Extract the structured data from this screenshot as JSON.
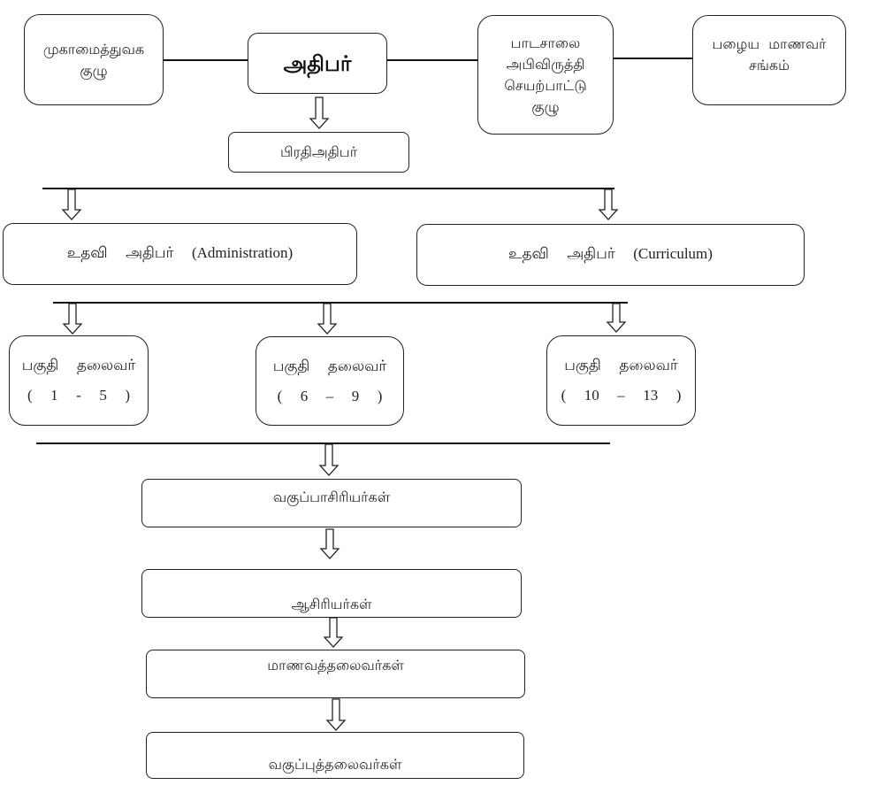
{
  "diagram": {
    "type": "organizational-chart",
    "top_row": {
      "management_committee": [
        "முகாமைத்துவக",
        "குழு"
      ],
      "principal": "அதிபர்",
      "school_development_committee": [
        "பாடசாலை",
        "அபிவிருத்தி",
        "செயற்பாட்டு",
        "குழு"
      ],
      "alumni_association": [
        "பழைய  மாணவர்",
        "சங்கம்"
      ]
    },
    "deputy_principal": "பிரதிஅதிபர்",
    "assistant_principals": [
      {
        "label": "உதவி  அதிபர்  (Administration)"
      },
      {
        "label": "உதவி  அதிபர்  (Curriculum)"
      }
    ],
    "section_heads": [
      {
        "title": "பகுதி  தலைவர்",
        "range": "(  1  -  5  )"
      },
      {
        "title": "பகுதி  தலைவர்",
        "range": "(  6  –  9  )"
      },
      {
        "title": "பகுதி  தலைவர்",
        "range": "(  10  –  13  )"
      }
    ],
    "chain": [
      "வகுப்பாசிரியர்கள்",
      "ஆசிரியர்கள்",
      "மாணவத்தலைவர்கள்",
      "வகுப்புத்தலைவர்கள்"
    ],
    "edges": [
      [
        "management_committee",
        "principal"
      ],
      [
        "principal",
        "school_development_committee"
      ],
      [
        "school_development_committee",
        "alumni_association"
      ],
      [
        "principal",
        "deputy_principal"
      ],
      [
        "deputy_principal",
        "assistant_principals"
      ],
      [
        "assistant_principals",
        "section_heads"
      ],
      [
        "section_heads",
        "chain.0"
      ],
      [
        "chain.0",
        "chain.1"
      ],
      [
        "chain.1",
        "chain.2"
      ],
      [
        "chain.2",
        "chain.3"
      ]
    ],
    "colors": {
      "stroke": "#222222",
      "background": "#ffffff",
      "text": "#222222"
    }
  }
}
